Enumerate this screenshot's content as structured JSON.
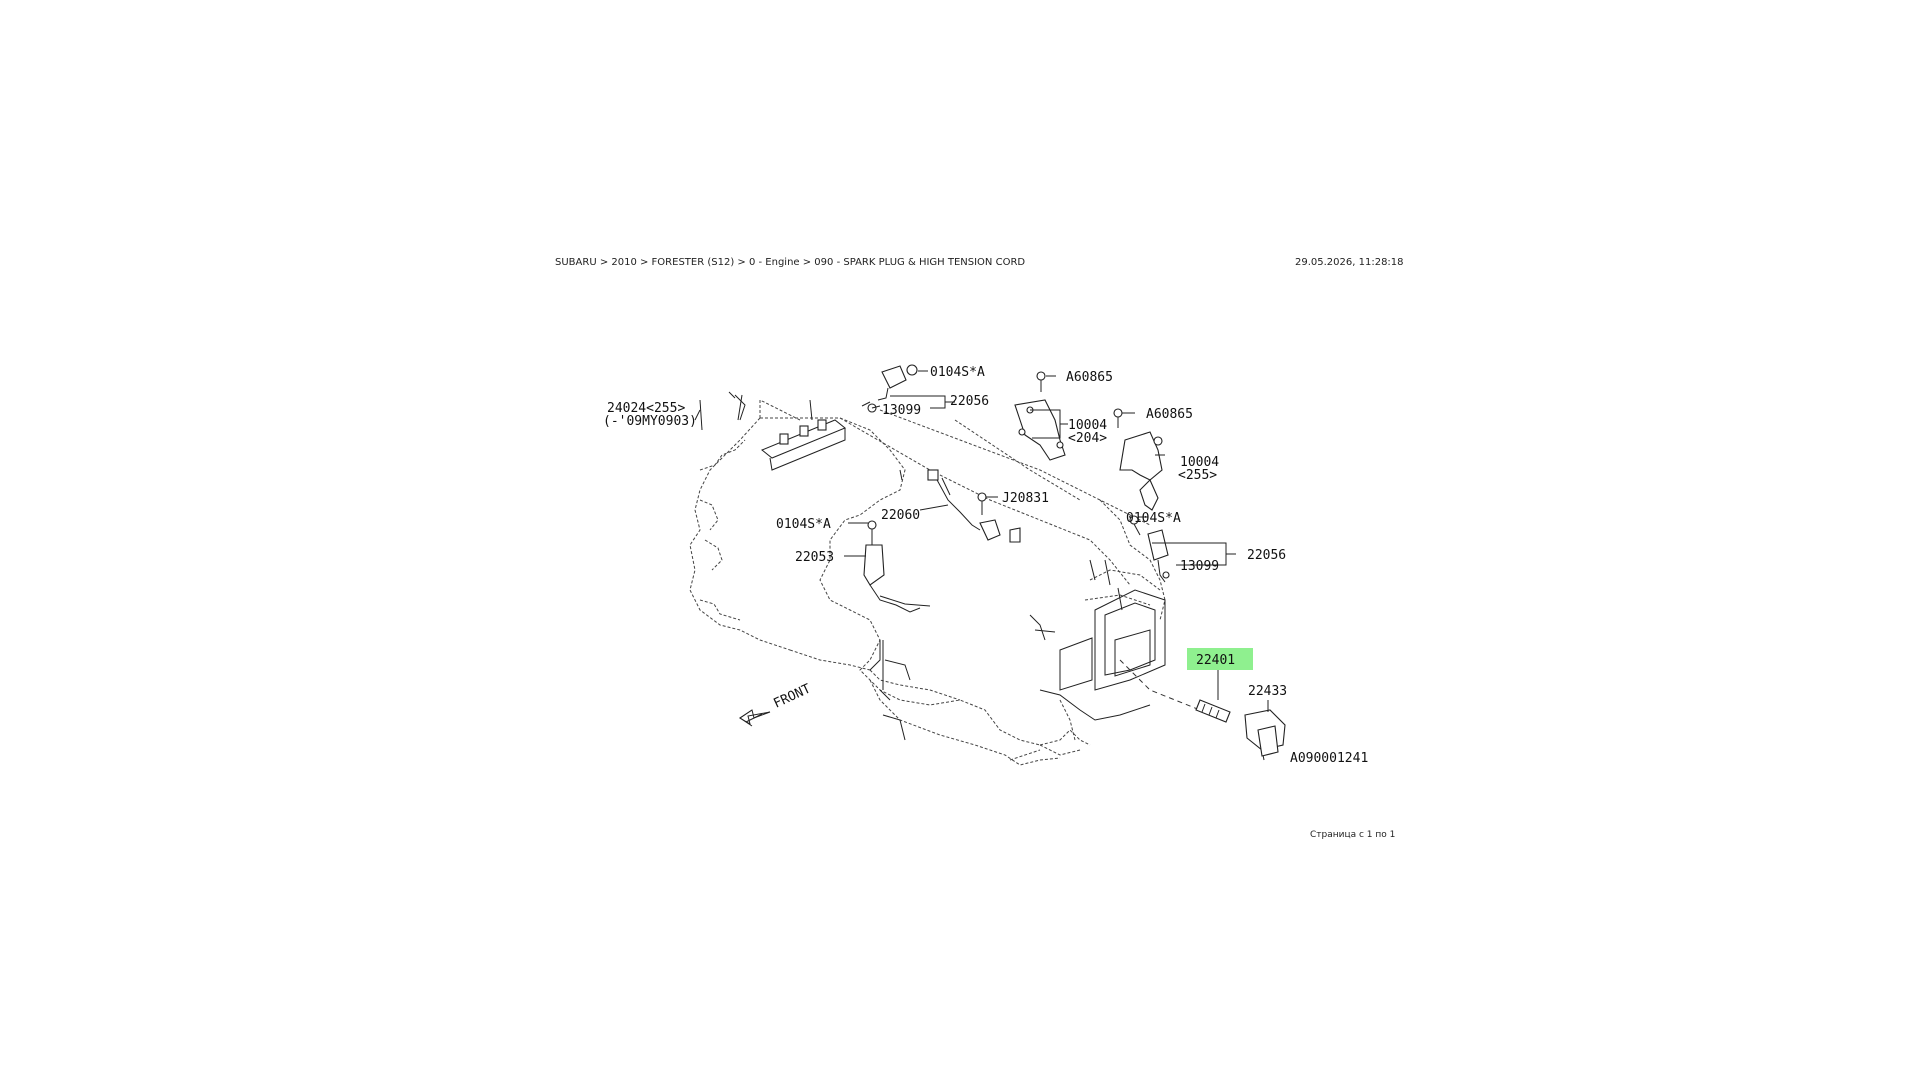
{
  "header": {
    "breadcrumb": "SUBARU > 2010 > FORESTER (S12) > 0 - Engine > 090 - SPARK PLUG & HIGH TENSION CORD",
    "timestamp": "29.05.2026, 11:28:18"
  },
  "footer": {
    "page_count": "Страница с 1 по 1"
  },
  "diagram": {
    "labels": {
      "p24024_255": "24024<255>",
      "p24024_note": "(-'09MY0903)",
      "p0104s_top": "0104S*A",
      "p22056_top": "22056",
      "p13099_top": "13099",
      "pA60865_a": "A60865",
      "pA60865_b": "A60865",
      "p10004_204": "10004",
      "p204": "<204>",
      "p10004_255": "10004",
      "p255": "<255>",
      "pJ20831": "J20831",
      "p22060": "22060",
      "p0104s_left": "0104S*A",
      "p22053": "22053",
      "p0104s_right": "0104S*A",
      "p22056_right": "22056",
      "p13099_right": "13099",
      "p22401": "22401",
      "p22433": "22433",
      "diagram_code": "A090001241",
      "front": "FRONT"
    },
    "highlight_color": "#8ff08f"
  }
}
